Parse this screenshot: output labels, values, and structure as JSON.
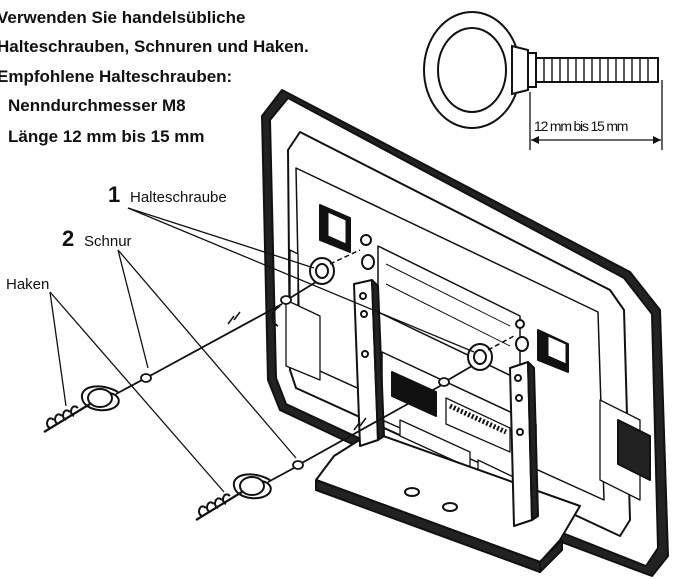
{
  "instructions": {
    "line1": "Verwenden Sie handelsübliche",
    "line2": "Halteschrauben, Schnuren und Haken.",
    "line3": "Empfohlene Halteschrauben:",
    "line4": "Nenndurchmesser M8",
    "line5": "Länge 12 mm bis 15 mm"
  },
  "callouts": {
    "screw_number": "1",
    "screw_label": "Halteschraube",
    "cord_number": "2",
    "cord_label": "Schnur",
    "hook_label": "Haken"
  },
  "bolt_dimension": "12 mm bis 15 mm"
}
